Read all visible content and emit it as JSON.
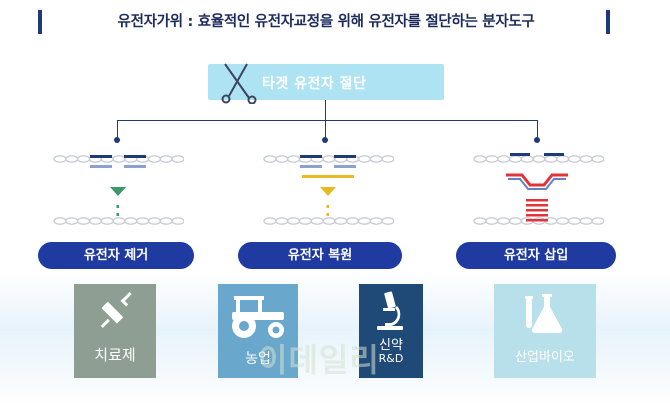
{
  "title": "유전자가위 : 효율적인 유전자교정을 위해 유전자를 절단하는 분자도구",
  "target_label": "타겟 유전자 절단",
  "actions": [
    "유전자 제거",
    "유전자 복원",
    "유전자 삽입"
  ],
  "applications": [
    {
      "label": "치료제",
      "icon": "syringe-icon"
    },
    {
      "label": "농업",
      "icon": "tractor-icon"
    },
    {
      "label": "신약",
      "sub": "R&D",
      "icon": "microscope-icon"
    },
    {
      "label": "산업바이오",
      "icon": "flask-icon"
    }
  ],
  "watermark": "이데일리",
  "colors": {
    "navy": "#1f3a7a",
    "pill_blue": "#1f3aa0",
    "target_box": "#aee3f4",
    "tile_gray": "#8e9e93",
    "tile_teal": "#6aa7cc",
    "tile_navy": "#1f4a78",
    "tile_light": "#b8e0ea",
    "green_marker": "#3b9a6a",
    "yellow_marker": "#e8b923",
    "red_marker": "#e0333a"
  }
}
